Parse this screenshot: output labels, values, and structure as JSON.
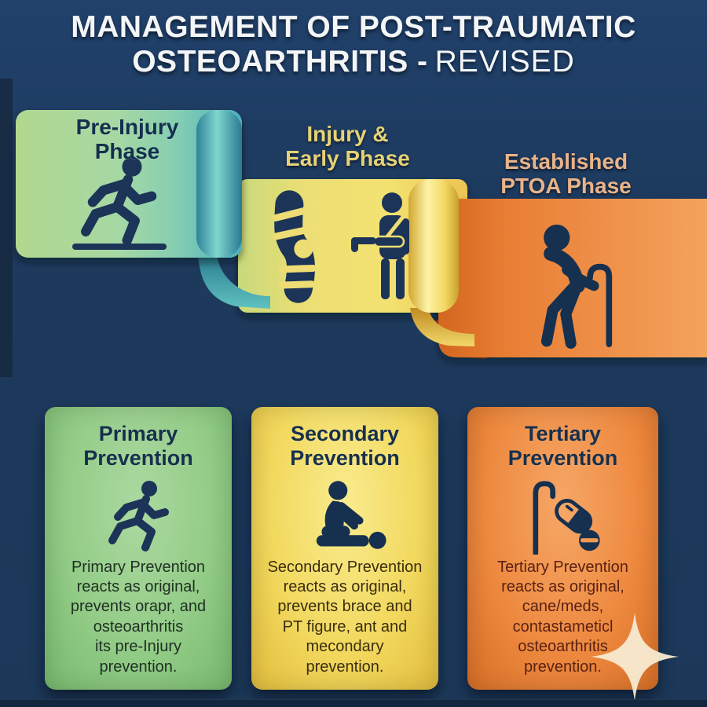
{
  "title": {
    "line1": "MANAGEMENT OF POST-TRAUMATIC",
    "line2_bold": "OSTEOARTHRITIS -",
    "line2_regular": "REVISED"
  },
  "phases": [
    {
      "name": "Pre-Injury\nPhase",
      "icon": "runner-icon",
      "color": "#a6d8a4"
    },
    {
      "name": "Injury &\nEarly Phase",
      "icon": "knee-brace-and-arm-sling-icon",
      "color": "#f2e06e"
    },
    {
      "name": "Established\nPTOA Phase",
      "icon": "elderly-with-cane-icon",
      "color": "#ef8a3f"
    }
  ],
  "cards": [
    {
      "title": "Primary\nPrevention",
      "icon": "runner-icon",
      "body": "Primary Prevention\nreacts as original,\nprevents orapr, and\nosteoarthritis\nits pre-Injury\nprevention."
    },
    {
      "title": "Secondary\nPrevention",
      "icon": "physiotherapy-icon",
      "body": "Secondary Prevention\nreacts as original,\nprevents brace and\nPT figure, ant and\nmecondary\nprevention."
    },
    {
      "title": "Tertiary\nPrevention",
      "icon": "cane-and-medication-icon",
      "body": "Tertiary Prevention\nreacts as original,\ncane/meds,\ncontastameticl\nosteoarthritis\nprevention."
    }
  ],
  "colors": {
    "background": "#1d3a5e",
    "icon_navy": "#1b3457",
    "green_panel": "#a6d8a4",
    "teal_fold": "#4fb3c0",
    "yellow_panel": "#f2e06e",
    "orange_panel": "#ef8a3f",
    "green_card": "#93cc87",
    "yellow_card": "#f2d95f",
    "orange_card": "#ee8a40",
    "sparkle": "#f7e9cf",
    "title_text": "#f3f5f7"
  }
}
